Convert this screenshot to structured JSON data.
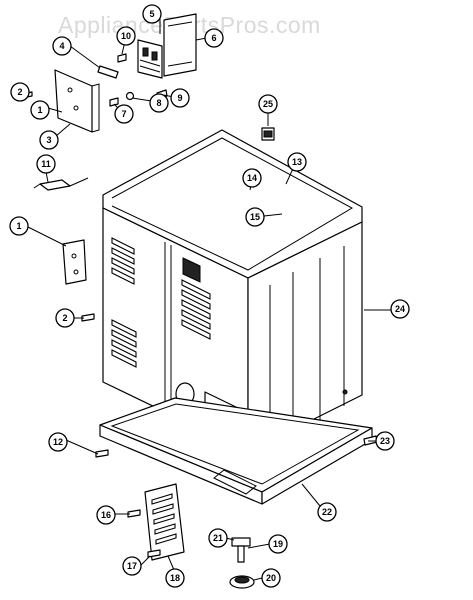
{
  "watermark": "AppliancePartsPros.com",
  "callouts": [
    {
      "id": "c1a",
      "label": "1"
    },
    {
      "id": "c1b",
      "label": "1"
    },
    {
      "id": "c2a",
      "label": "2"
    },
    {
      "id": "c2b",
      "label": "2"
    },
    {
      "id": "c3",
      "label": "3"
    },
    {
      "id": "c4",
      "label": "4"
    },
    {
      "id": "c5",
      "label": "5"
    },
    {
      "id": "c6",
      "label": "6"
    },
    {
      "id": "c7",
      "label": "7"
    },
    {
      "id": "c8",
      "label": "8"
    },
    {
      "id": "c9",
      "label": "9"
    },
    {
      "id": "c10",
      "label": "10"
    },
    {
      "id": "c11",
      "label": "11"
    },
    {
      "id": "c12",
      "label": "12"
    },
    {
      "id": "c13",
      "label": "13"
    },
    {
      "id": "c14",
      "label": "14"
    },
    {
      "id": "c15",
      "label": "15"
    },
    {
      "id": "c16",
      "label": "16"
    },
    {
      "id": "c17",
      "label": "17"
    },
    {
      "id": "c18",
      "label": "18"
    },
    {
      "id": "c19",
      "label": "19"
    },
    {
      "id": "c20",
      "label": "20"
    },
    {
      "id": "c21",
      "label": "21"
    },
    {
      "id": "c22",
      "label": "22"
    },
    {
      "id": "c23",
      "label": "23"
    },
    {
      "id": "c24",
      "label": "24"
    },
    {
      "id": "c25",
      "label": "25"
    }
  ]
}
